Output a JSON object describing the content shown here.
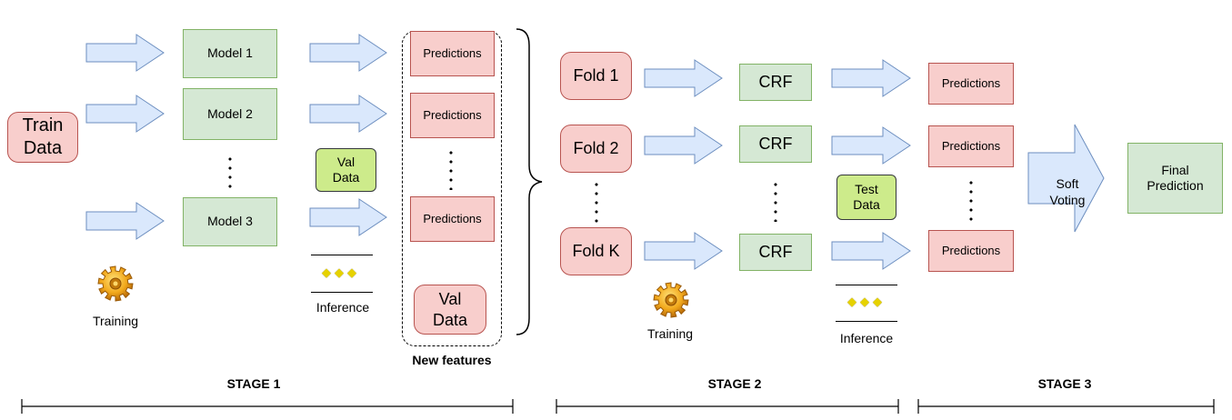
{
  "stage1": {
    "train_data": "Train\nData",
    "models": [
      "Model 1",
      "Model 2",
      "Model 3"
    ],
    "val_data_small": "Val\nData",
    "predictions": [
      "Predictions",
      "Predictions",
      "Predictions"
    ],
    "val_data_box": "Val\nData",
    "training_label": "Training",
    "inference_label": "Inference",
    "new_features_label": "New features",
    "stage_label": "STAGE 1"
  },
  "stage2": {
    "folds": [
      "Fold 1",
      "Fold 2",
      "Fold K"
    ],
    "crfs": [
      "CRF",
      "CRF",
      "CRF"
    ],
    "test_data": "Test\nData",
    "training_label": "Training",
    "inference_label": "Inference",
    "stage_label": "STAGE 2"
  },
  "stage3": {
    "predictions": [
      "Predictions",
      "Predictions",
      "Predictions"
    ],
    "soft_voting": "Soft\nVoting",
    "final_prediction": "Final\nPrediction",
    "stage_label": "STAGE 3"
  },
  "colors": {
    "green_fill": "#d5e8d4",
    "green_stroke": "#82b366",
    "red_fill": "#f8cecc",
    "red_stroke": "#b85450",
    "lime_fill": "#cdeb8b",
    "arrow_fill": "#dae8fc",
    "arrow_stroke": "#6c8ebf"
  },
  "icons": [
    "gear-icon",
    "diamond-icon",
    "brace-icon",
    "arrow-icon"
  ]
}
